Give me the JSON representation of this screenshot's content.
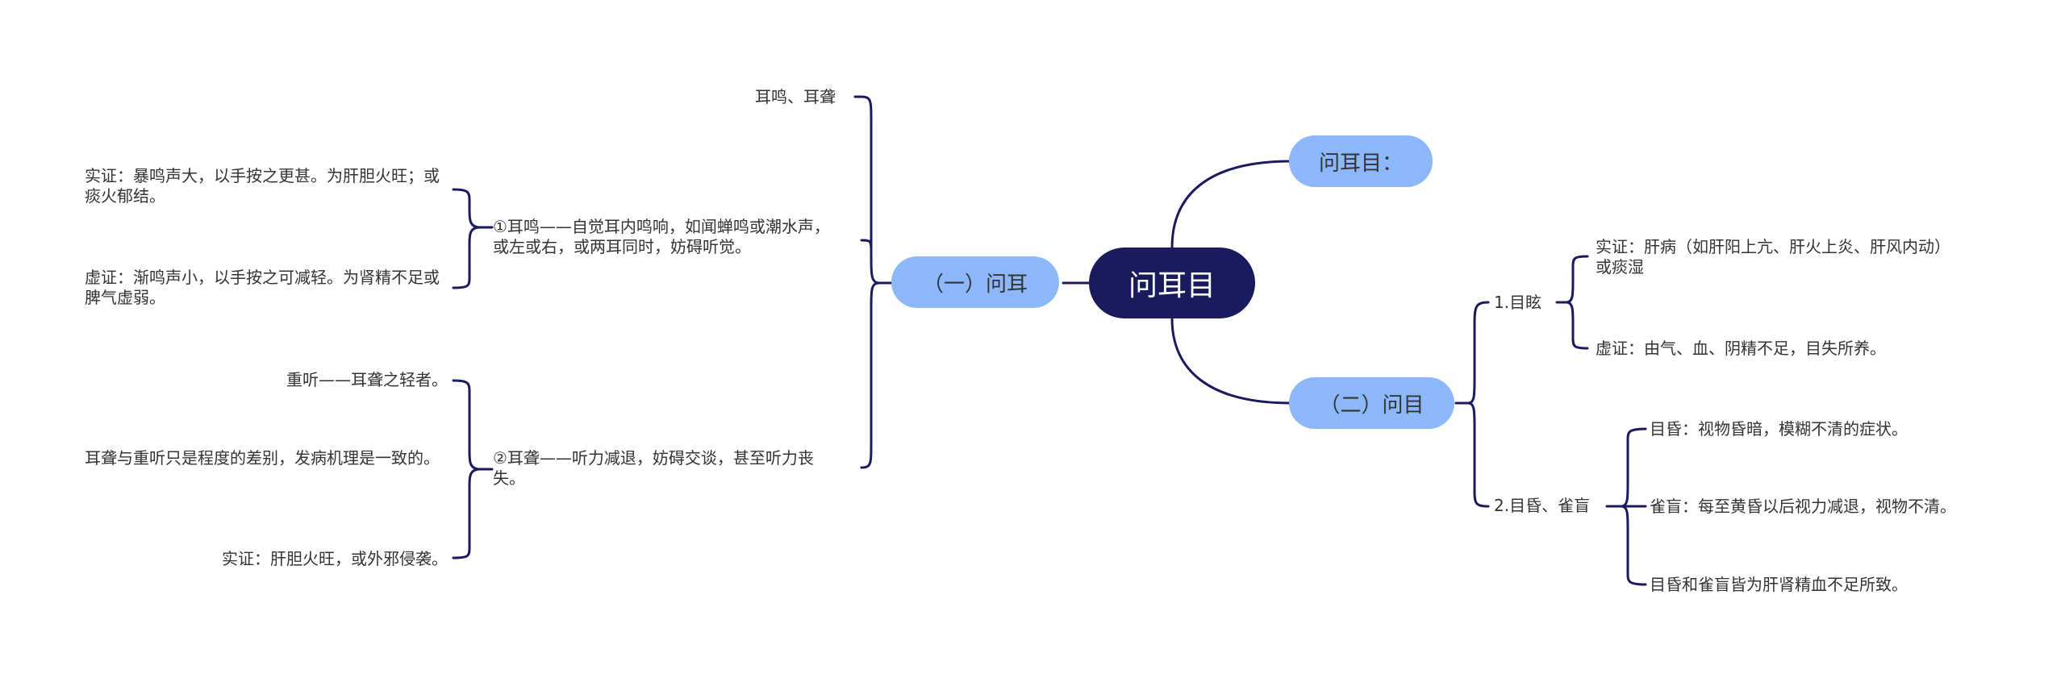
{
  "root": "问耳目",
  "main": {
    "ask_ear_eye": "问耳目：",
    "ask_ear": "（一）问耳",
    "ask_eye": "（二）问目"
  },
  "ear": {
    "tinnitus_deaf": "耳鸣、耳聋",
    "tinnitus": {
      "text": "①耳鸣——自觉耳内鸣响，如闻蝉鸣或潮水声，或左或右，或两耳同时，妨碍听觉。",
      "excess": "实证：暴鸣声大，以手按之更甚。为肝胆火旺；或痰火郁结。",
      "deficiency": "虚证：渐鸣声小，以手按之可减轻。为肾精不足或脾气虚弱。"
    },
    "deafness": {
      "text": "②耳聋——听力减退，妨碍交谈，甚至听力丧失。",
      "hard_of_hearing": "重听——耳聋之轻者。",
      "degree": "耳聋与重听只是程度的差别，发病机理是一致的。",
      "excess": "实证：肝胆火旺，或外邪侵袭。"
    }
  },
  "eye": {
    "dizzy": {
      "label": "1.目眩",
      "excess": "实证：肝病（如肝阳上亢、肝火上炎、肝风内动）或痰湿",
      "deficiency": "虚证：由气、血、阴精不足，目失所养。"
    },
    "dim": {
      "label": "2.目昏、雀盲",
      "dim_vision": "目昏：视物昏暗，模糊不清的症状。",
      "night_blind": "雀盲：每至黄昏以后视力减退，视物不清。",
      "cause": "目昏和雀盲皆为肝肾精血不足所致。"
    }
  }
}
